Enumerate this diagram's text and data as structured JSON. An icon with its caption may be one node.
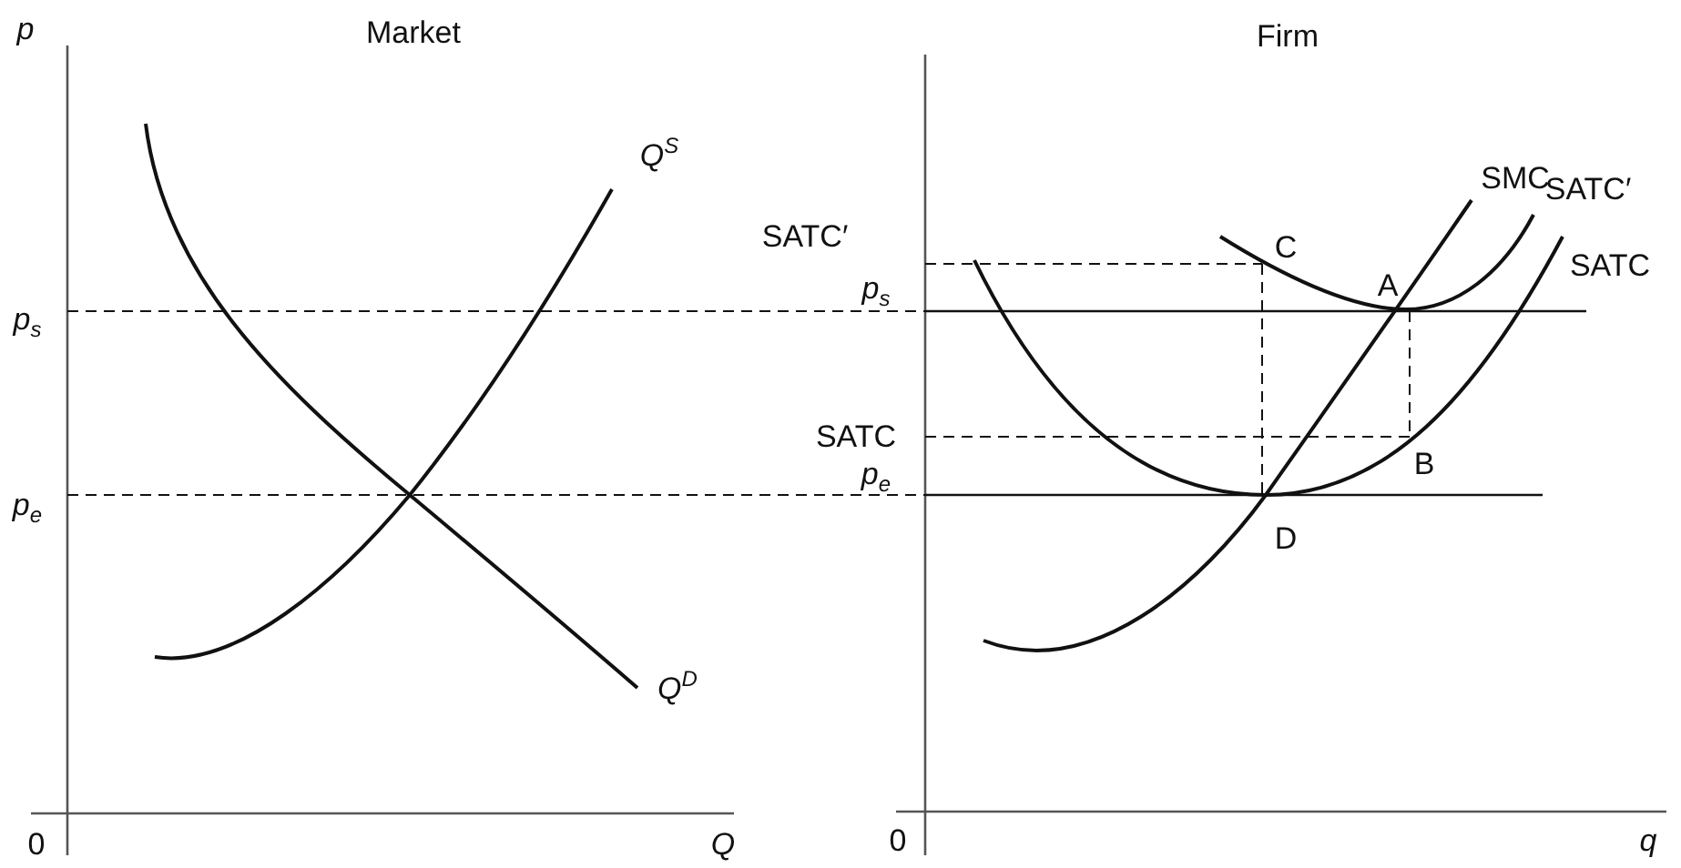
{
  "diagram": {
    "labels": [
      "p",
      "Market",
      "Firm",
      "Q$^{S}$",
      "SMC",
      "SATC′",
      "SATC′",
      "C",
      "SATC",
      "p$_{s}$",
      "p$_{s}$",
      "A",
      "SATC",
      "B",
      "p$_{e}$",
      "p$_{e}$",
      "D",
      "Q$^{D}$",
      "0",
      "Q",
      "0",
      "q"
    ]
  }
}
